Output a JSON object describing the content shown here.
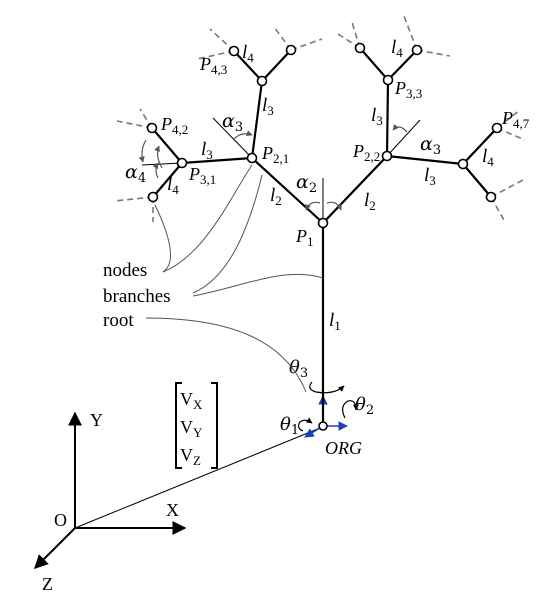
{
  "axes": {
    "origin": "O",
    "x": "X",
    "y": "Y",
    "z": "Z"
  },
  "vector": {
    "vx": "V",
    "vx_sub": "X",
    "vy": "V",
    "vy_sub": "Y",
    "vz": "V",
    "vz_sub": "Z"
  },
  "org": "ORG",
  "thetas": [
    {
      "sym": "θ",
      "sub": "1"
    },
    {
      "sym": "θ",
      "sub": "2"
    },
    {
      "sym": "θ",
      "sub": "3"
    }
  ],
  "nodes": {
    "p1": {
      "sym": "P",
      "sub": "1"
    },
    "p21": {
      "sym": "P",
      "sub": "2,1"
    },
    "p22": {
      "sym": "P",
      "sub": "2,2"
    },
    "p31": {
      "sym": "P",
      "sub": "3,1"
    },
    "p33": {
      "sym": "P",
      "sub": "3,3"
    },
    "p42": {
      "sym": "P",
      "sub": "4,2"
    },
    "p43": {
      "sym": "P",
      "sub": "4,3"
    },
    "p47": {
      "sym": "P",
      "sub": "4,7"
    }
  },
  "lengths": {
    "l1": {
      "sym": "l",
      "sub": "1"
    },
    "l2": {
      "sym": "l",
      "sub": "2"
    },
    "l3": {
      "sym": "l",
      "sub": "3"
    },
    "l4": {
      "sym": "l",
      "sub": "4"
    }
  },
  "alphas": {
    "a2": {
      "sym": "α",
      "sub": "2"
    },
    "a3": {
      "sym": "α",
      "sub": "3"
    },
    "a4": {
      "sym": "α",
      "sub": "4"
    }
  },
  "legend": {
    "nodes": "nodes",
    "branches": "branches",
    "root": "root"
  },
  "colors": {
    "ink": "#000000",
    "leader": "#555555",
    "dashed": "#777777",
    "frame": "#1f3fbf"
  }
}
